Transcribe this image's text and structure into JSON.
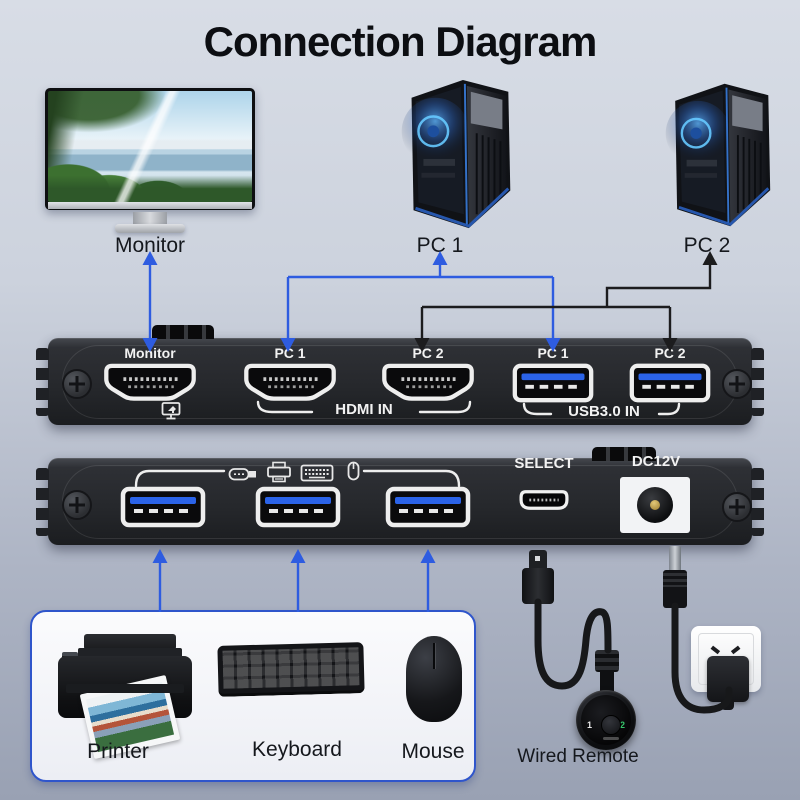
{
  "title": "Connection Diagram",
  "colors": {
    "arrow_blue": "#2e5ce0",
    "arrow_black": "#1c1c1e",
    "box_border_blue": "#2f55cb",
    "usb_tongue_blue": "#2b63e8",
    "panel_dark": "#26282c"
  },
  "top_devices": {
    "monitor_label": "Monitor",
    "pc1_label": "PC 1",
    "pc2_label": "PC 2"
  },
  "panel_front": {
    "ports": [
      {
        "label": "Monitor",
        "type": "hdmi"
      },
      {
        "label": "PC 1",
        "type": "hdmi"
      },
      {
        "label": "PC 2",
        "type": "hdmi"
      },
      {
        "label": "PC 1",
        "type": "usb3"
      },
      {
        "label": "PC 2",
        "type": "usb3"
      }
    ],
    "hdmi_group_label": "HDMI IN",
    "usb_group_label": "USB3.0 IN"
  },
  "panel_back": {
    "select_label": "SELECT",
    "power_label": "DC12V",
    "usb_out_ports": 3
  },
  "peripherals": {
    "printer_label": "Printer",
    "keyboard_label": "Keyboard",
    "mouse_label": "Mouse"
  },
  "remote": {
    "label": "Wired Remote",
    "button_1": "1",
    "button_2": "2"
  }
}
